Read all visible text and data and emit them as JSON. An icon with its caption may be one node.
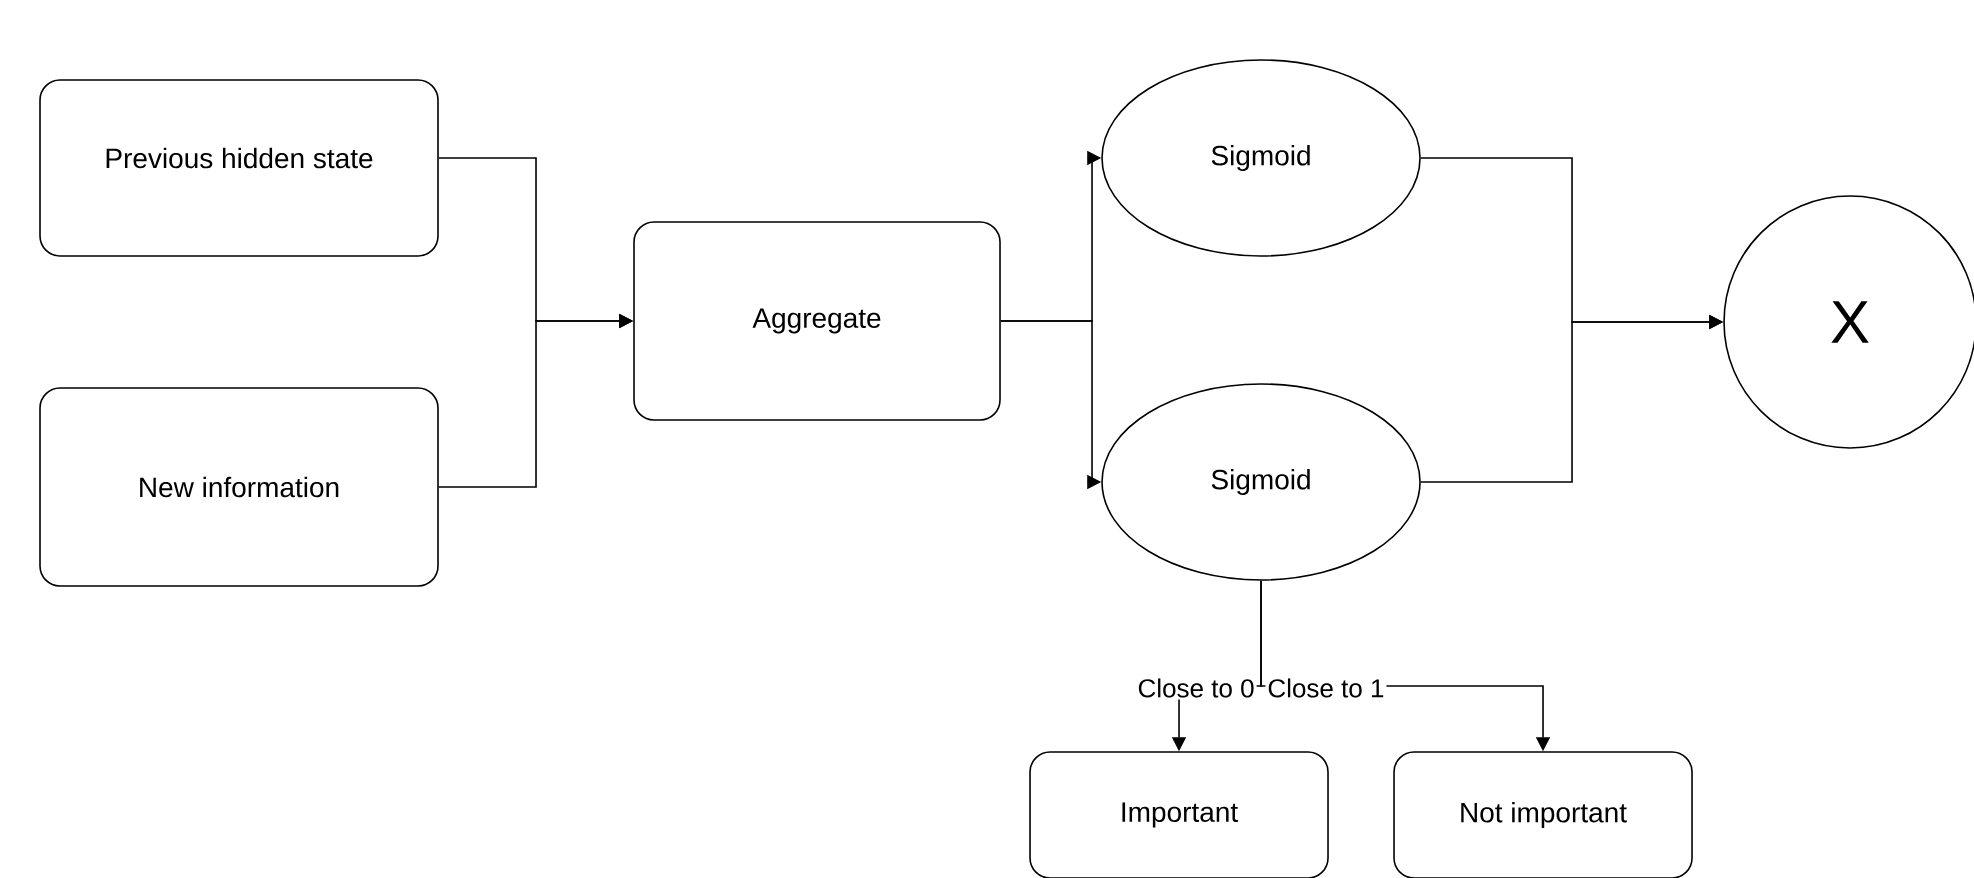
{
  "diagram": {
    "nodes": [
      {
        "text": [
          "Previous hidden state"
        ]
      },
      {
        "text": [
          "New information"
        ]
      },
      {
        "text": [
          "Aggregate"
        ]
      },
      {
        "text": [
          "Sigmoid"
        ]
      },
      {
        "text": [
          "Sigmoid"
        ]
      },
      {
        "text": [
          "X"
        ]
      },
      {
        "text": [
          "Important"
        ]
      },
      {
        "text": [
          "Not important"
        ]
      }
    ],
    "edges": [
      {
        "from": 0,
        "to": 2,
        "arrow": "to"
      },
      {
        "from": 1,
        "to": 2,
        "arrow": "to"
      },
      {
        "from": 2,
        "to": 3,
        "arrow": "to"
      },
      {
        "from": 2,
        "to": 4,
        "arrow": "to"
      },
      {
        "from": 3,
        "to": 5,
        "arrow": "to"
      },
      {
        "from": 4,
        "to": 5,
        "arrow": "to"
      },
      {
        "from": 4,
        "to": 6,
        "arrow": "to",
        "label": "Close to 0"
      },
      {
        "from": 4,
        "to": 7,
        "arrow": "to",
        "label": "Close to 1"
      }
    ]
  }
}
